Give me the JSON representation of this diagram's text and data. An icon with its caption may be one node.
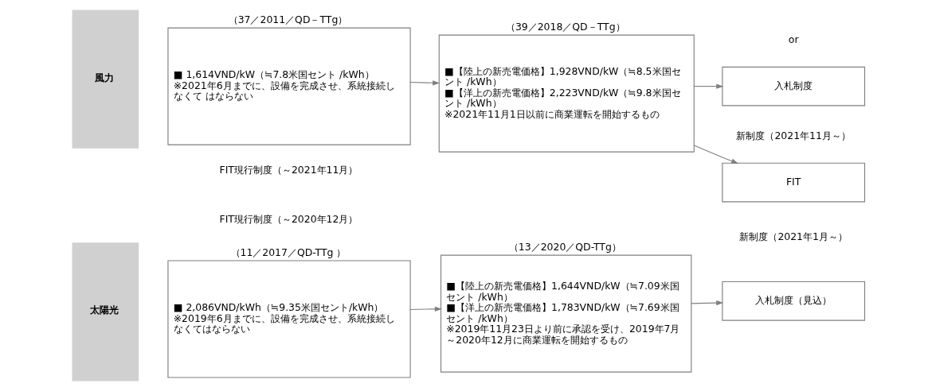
{
  "diagram": {
    "nodes": [
      {
        "text": [
          "太陽光"
        ]
      },
      {
        "text": [
          "（11／2017／QD-TTg ）",
          "■ 2,086VND/kWh（≒9.35米国セント/kWh）",
          "※2019年6月までに、設備を完成させ、系統接続しなくてはならない"
        ]
      },
      {
        "text": [
          "（13／2020／QD-TTg）",
          "■【陸上の新売電価格】1,644VND/kW（≒7.09米国セント /kWh）",
          "■【洋上の新売電価格】1,783VND/kW（≒7.69米国セント /kWh）",
          "※2019年11月23日より前に承認を受け、2019年7月～2020年12月に商業運転を開始するもの"
        ]
      },
      {
        "text": [
          "入札制度（見込）"
        ]
      },
      {
        "text": [
          "風力"
        ]
      },
      {
        "text": [
          "（37／2011／QD－TTg）",
          "■ 1,614VND/kW（≒7.8米国セント /kWh）",
          "※2021年6月までに、設備を完成させ、系統接続しなくて はならない"
        ]
      },
      {
        "text": [
          "（39／2018／QD－TTg）",
          "■【陸上の新売電価格】1,928VND/kW（≒8.5米国セント /kWh）",
          "■【洋上の新売電価格】2,223VND/kW（≒9.8米国セント /kWh）",
          "※2021年11月1日以前に商業運転を開始するもの"
        ]
      },
      {
        "text": [
          "FIT"
        ]
      },
      {
        "text": [
          "入札制度"
        ]
      }
    ],
    "edges": [
      {
        "from": 1,
        "to": 2,
        "arrow": "to"
      },
      {
        "from": 2,
        "to": 3,
        "arrow": "to"
      },
      {
        "from": 5,
        "to": 6,
        "arrow": "to"
      },
      {
        "from": 6,
        "to": 7,
        "arrow": "to"
      },
      {
        "from": 6,
        "to": 8,
        "arrow": "to"
      }
    ],
    "labels": [
      "FIT現行制度（～2020年12月）",
      "新制度（2021年1月～）",
      "FIT現行制度（～2021年11月）",
      "新制度（2021年11月～）",
      "or"
    ]
  }
}
